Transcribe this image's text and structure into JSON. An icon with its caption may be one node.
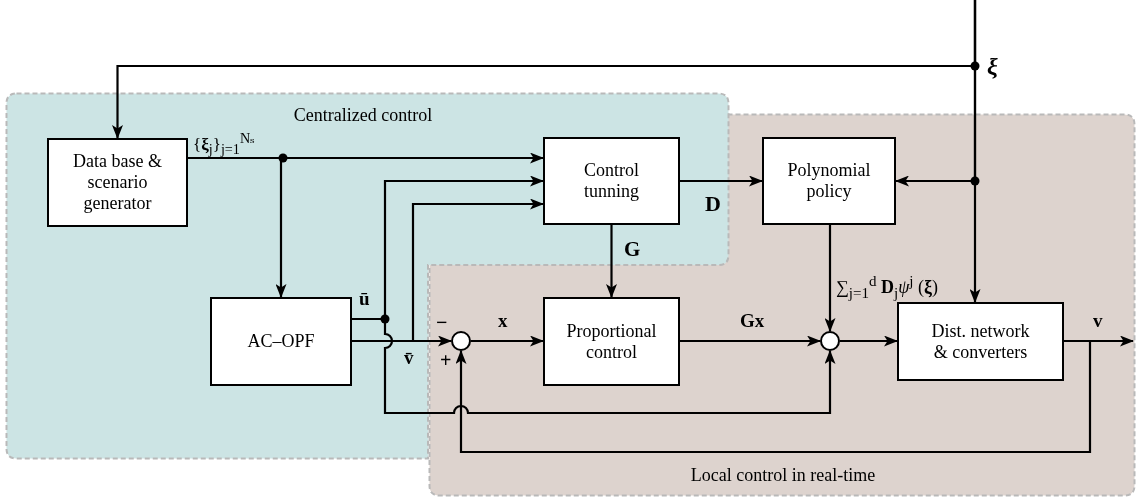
{
  "diagram": {
    "nodes": [
      {
        "text": [
          "Centralized control"
        ]
      },
      {
        "text": [
          "Local control in real-time"
        ]
      },
      {
        "text": [
          "Data base & scenario generator"
        ],
        "in": 0
      },
      {
        "text": [
          "Control tunning"
        ]
      },
      {
        "text": [
          "Polynomial policy"
        ],
        "in": 1
      },
      {
        "text": [
          "AC–OPF"
        ],
        "in": 0
      },
      {
        "text": [
          "Proportional control"
        ],
        "in": 1
      },
      {
        "text": [
          "Dist. network & converters"
        ],
        "in": 1
      },
      {
        "text": [],
        "shape": "circle",
        "in": 1
      },
      {
        "text": [],
        "shape": "circle",
        "in": 1
      }
    ],
    "edges": [
      {
        "from": null,
        "to": 2,
        "arrow": "to",
        "label": "ξ"
      },
      {
        "from": null,
        "to": 4,
        "arrow": "to"
      },
      {
        "from": null,
        "to": 7,
        "arrow": "to"
      },
      {
        "from": 2,
        "to": 3,
        "arrow": "to",
        "label": "{**ξ**$_{j}$}$_{j=1}$$^{Nₛ}$"
      },
      {
        "from": 2,
        "to": 5,
        "arrow": "to"
      },
      {
        "from": 5,
        "to": 3,
        "arrow": "to",
        "label": "ū"
      },
      {
        "from": 5,
        "to": 9,
        "arrow": "to"
      },
      {
        "from": 5,
        "to": 8,
        "arrow": "to",
        "label": "v̄"
      },
      {
        "from": 5,
        "to": 3,
        "arrow": "to"
      },
      {
        "from": 3,
        "to": 4,
        "arrow": "to",
        "label": "D"
      },
      {
        "from": 3,
        "to": 6,
        "arrow": "to",
        "label": "G"
      },
      {
        "from": 8,
        "to": 6,
        "arrow": "to",
        "label": "x"
      },
      {
        "from": 6,
        "to": 9,
        "arrow": "to",
        "label": "Gx"
      },
      {
        "from": 4,
        "to": 9,
        "arrow": "to",
        "label": "∑$_{j=1}$$^{d}$ **D**$_{j}$*ψ*$^{j}$ (**ξ**)"
      },
      {
        "from": 9,
        "to": 7,
        "arrow": "to"
      },
      {
        "from": 7,
        "to": null,
        "arrow": "to",
        "label": "v"
      },
      {
        "from": 7,
        "to": 8,
        "arrow": "to"
      }
    ],
    "labels": [
      "−",
      "+"
    ]
  }
}
